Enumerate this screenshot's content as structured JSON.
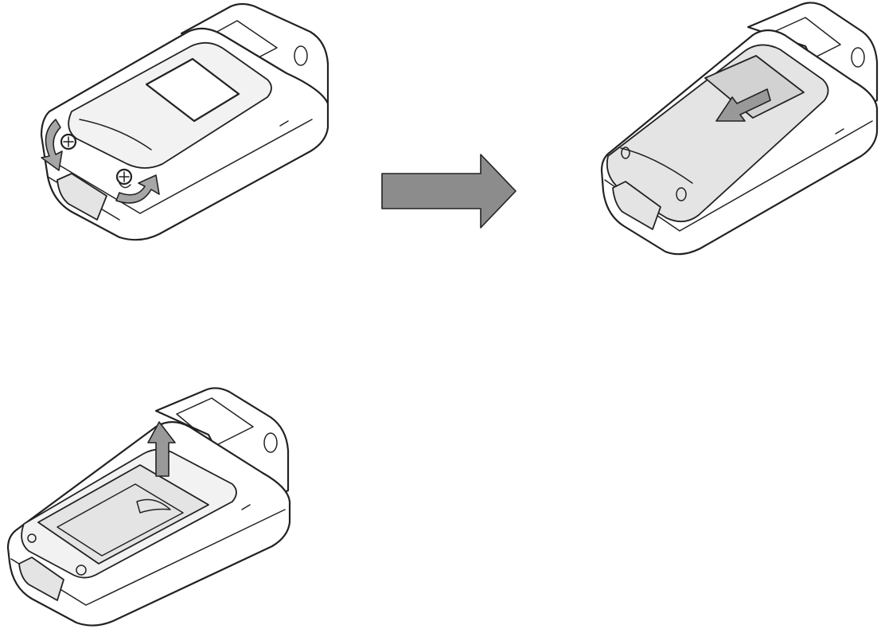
{
  "figure": {
    "panels": [
      {
        "id": "step-1",
        "action": "loosen-screws"
      },
      {
        "id": "step-2",
        "action": "slide-cover-off"
      },
      {
        "id": "step-3",
        "action": "lift-battery-out"
      }
    ]
  },
  "colors": {
    "background": "#ffffff",
    "outline": "#222222",
    "device_body": "#ffffff",
    "battery_cover": "#e4e4e4",
    "transition_arrow": "#8c8c8c",
    "direction_arrow": "#999999"
  },
  "icons": {
    "transition": "right-arrow-icon",
    "screw_rotation": "rotate-arrow-icon",
    "slide": "slide-arrow-icon",
    "lift": "up-arrow-icon"
  }
}
